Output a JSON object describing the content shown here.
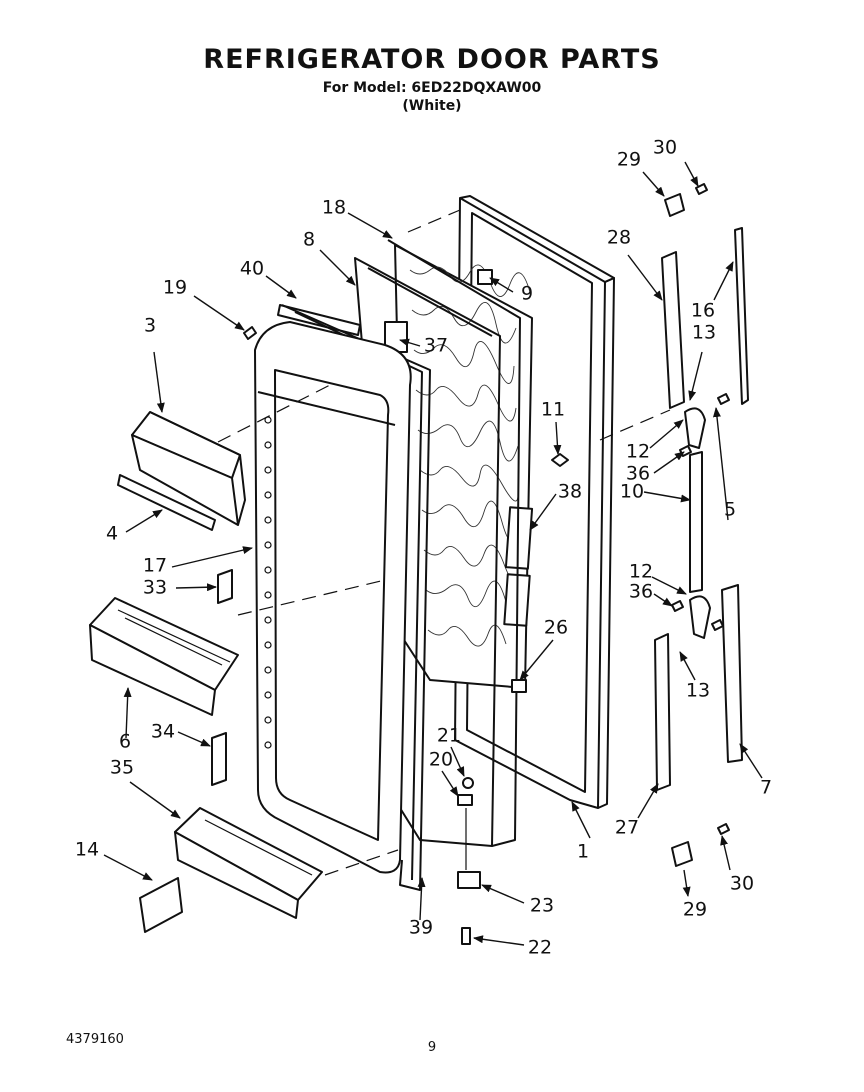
{
  "header": {
    "title": "REFRIGERATOR DOOR PARTS",
    "model_line": "For Model: 6ED22DQXAW00",
    "color_line": "(White)"
  },
  "footer": {
    "doc_number": "4379160",
    "page_number": "9"
  },
  "callouts": [
    "1",
    "3",
    "4",
    "5",
    "6",
    "7",
    "8",
    "9",
    "10",
    "11",
    "12",
    "12",
    "13",
    "13",
    "14",
    "16",
    "17",
    "18",
    "19",
    "20",
    "21",
    "22",
    "23",
    "26",
    "27",
    "28",
    "29",
    "29",
    "30",
    "30",
    "33",
    "34",
    "35",
    "36",
    "36",
    "37",
    "38",
    "39",
    "40"
  ]
}
